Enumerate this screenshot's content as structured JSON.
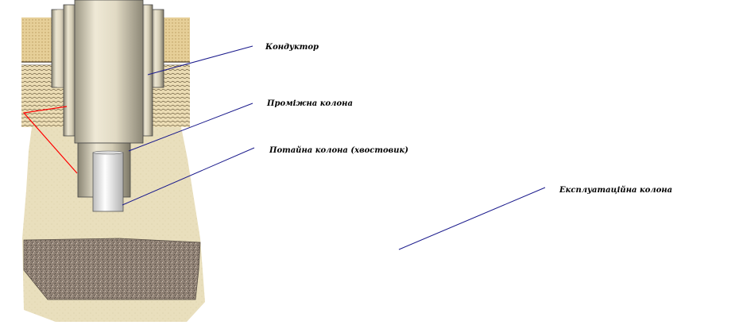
{
  "labels": {
    "conductor": "Кондуктор",
    "intermediate": "Проміжна колона",
    "liner": "Потайна колона (хвостовик)",
    "production": "Експлуатаційна  колона"
  },
  "colors": {
    "leader_line": "#1a1a8c",
    "marker_line": "#ff0000",
    "soil_top": "#e3cc96",
    "soil_layer": "#ead9b0",
    "formation": "#e8deba",
    "reservoir": "#8f8074",
    "pipe_light": "#f0ead8",
    "pipe_dark": "#7a7766"
  }
}
